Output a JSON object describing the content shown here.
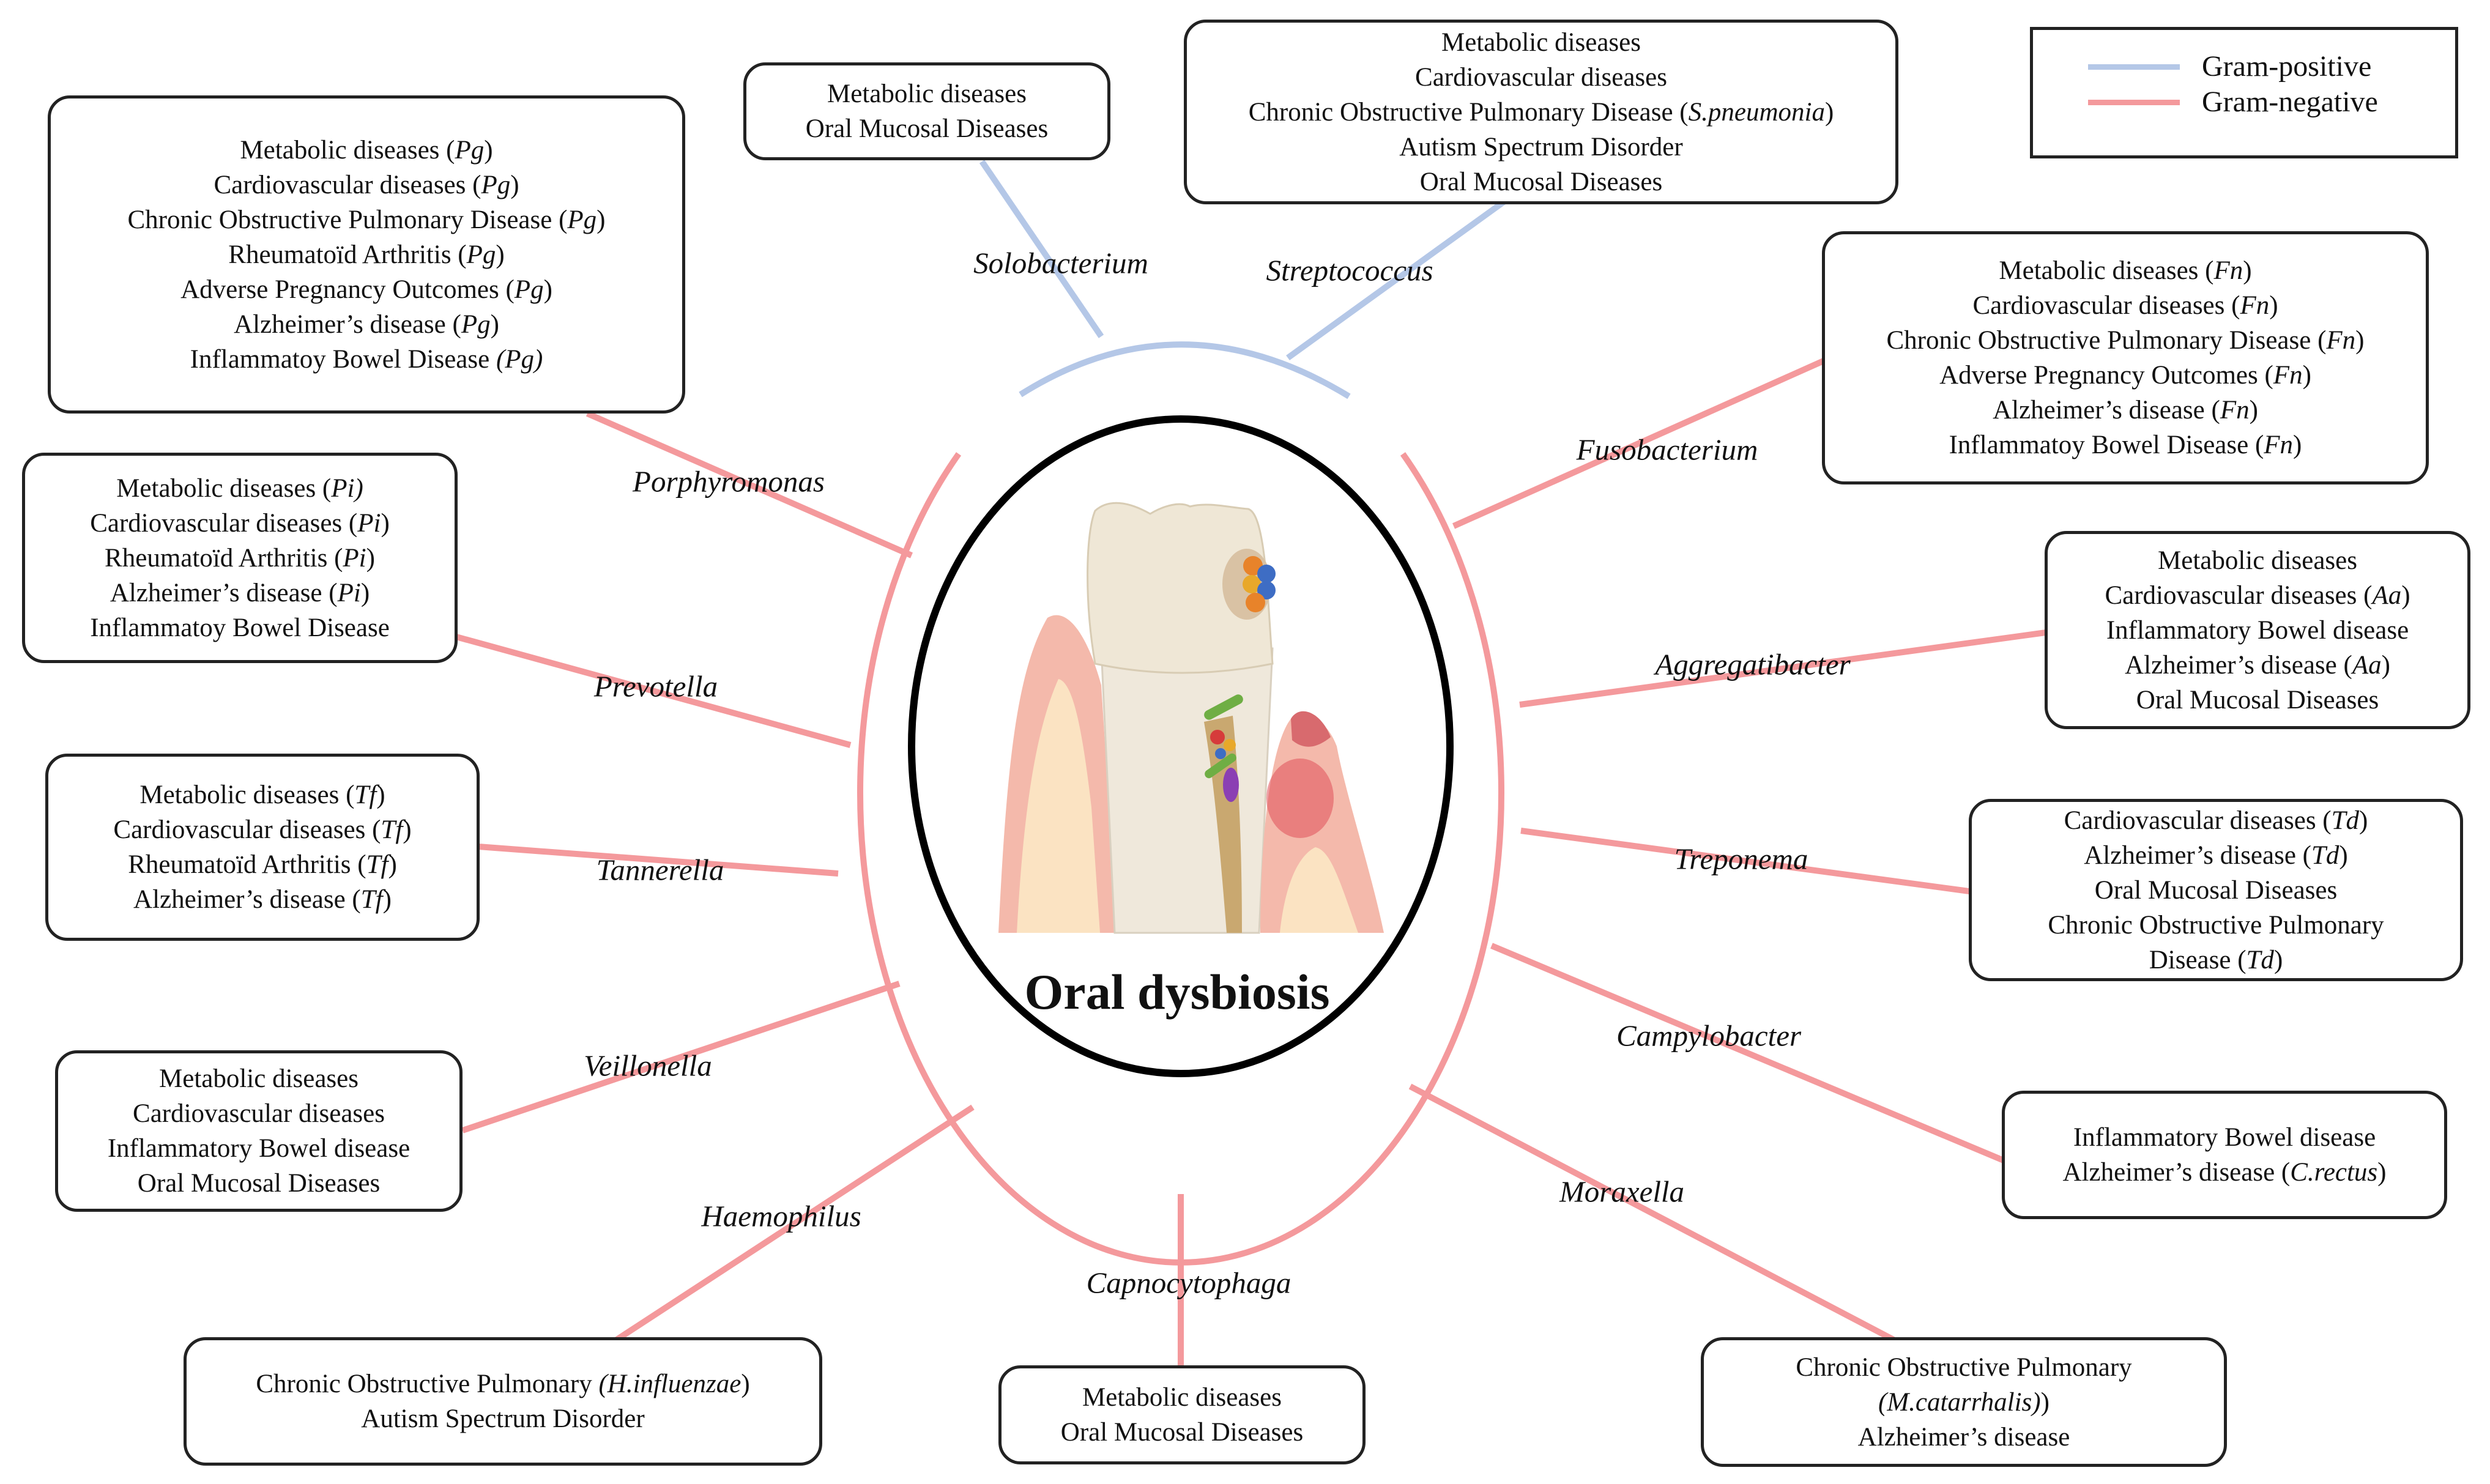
{
  "diagram_title": "Oral dysbiosis",
  "legend": [
    {
      "label": "Gram-positive",
      "color": "#b4c7e7"
    },
    {
      "label": "Gram-negative",
      "color": "#f4999c"
    }
  ],
  "colors": {
    "gram_positive": "#b4c7e7",
    "gram_negative": "#f4999c",
    "border": "#222222"
  },
  "genera": [
    {
      "name": "Solobacterium",
      "gram": "positive"
    },
    {
      "name": "Streptococcus",
      "gram": "positive"
    },
    {
      "name": "Porphyromonas",
      "gram": "negative"
    },
    {
      "name": "Prevotella",
      "gram": "negative"
    },
    {
      "name": "Tannerella",
      "gram": "negative"
    },
    {
      "name": "Veillonella",
      "gram": "negative"
    },
    {
      "name": "Haemophilus",
      "gram": "negative"
    },
    {
      "name": "Capnocytophaga",
      "gram": "negative"
    },
    {
      "name": "Moraxella",
      "gram": "negative"
    },
    {
      "name": "Campylobacter",
      "gram": "negative"
    },
    {
      "name": "Treponema",
      "gram": "negative"
    },
    {
      "name": "Aggregatibacter",
      "gram": "negative"
    },
    {
      "name": "Fusobacterium",
      "gram": "negative"
    }
  ],
  "disease_boxes": [
    {
      "genus": "Solobacterium",
      "lines": [
        [
          {
            "t": "Metabolic diseases"
          }
        ],
        [
          {
            "t": "Oral Mucosal Diseases"
          }
        ]
      ]
    },
    {
      "genus": "Streptococcus",
      "lines": [
        [
          {
            "t": "Metabolic diseases"
          }
        ],
        [
          {
            "t": "Cardiovascular diseases"
          }
        ],
        [
          {
            "t": "Chronic Obstructive Pulmonary Disease ("
          },
          {
            "t": "S.pneumonia",
            "i": true
          },
          {
            "t": ")"
          }
        ],
        [
          {
            "t": "Autism Spectrum Disorder"
          }
        ],
        [
          {
            "t": "Oral Mucosal Diseases"
          }
        ]
      ]
    },
    {
      "genus": "Porphyromonas",
      "lines": [
        [
          {
            "t": "Metabolic diseases ("
          },
          {
            "t": "Pg",
            "i": true
          },
          {
            "t": ")"
          }
        ],
        [
          {
            "t": "Cardiovascular diseases ("
          },
          {
            "t": "Pg",
            "i": true
          },
          {
            "t": ")"
          }
        ],
        [
          {
            "t": "Chronic Obstructive Pulmonary Disease ("
          },
          {
            "t": "Pg",
            "i": true
          },
          {
            "t": ")"
          }
        ],
        [
          {
            "t": "Rheumatoïd Arthritis ("
          },
          {
            "t": "Pg",
            "i": true
          },
          {
            "t": ")"
          }
        ],
        [
          {
            "t": "Adverse Pregnancy Outcomes ("
          },
          {
            "t": "Pg",
            "i": true
          },
          {
            "t": ")"
          }
        ],
        [
          {
            "t": "Alzheimer’s disease ("
          },
          {
            "t": "Pg",
            "i": true
          },
          {
            "t": ")"
          }
        ],
        [
          {
            "t": "Inflammatoy Bowel Disease "
          },
          {
            "t": "(Pg)",
            "i": true
          }
        ]
      ]
    },
    {
      "genus": "Prevotella",
      "lines": [
        [
          {
            "t": "Metabolic diseases ("
          },
          {
            "t": "Pi)",
            "i": true
          }
        ],
        [
          {
            "t": "Cardiovascular diseases ("
          },
          {
            "t": "Pi",
            "i": true
          },
          {
            "t": ")"
          }
        ],
        [
          {
            "t": "Rheumatoïd Arthritis ("
          },
          {
            "t": "Pi",
            "i": true
          },
          {
            "t": ")"
          }
        ],
        [
          {
            "t": "Alzheimer’s disease ("
          },
          {
            "t": "Pi",
            "i": true
          },
          {
            "t": ")"
          }
        ],
        [
          {
            "t": "Inflammatoy Bowel Disease"
          }
        ]
      ]
    },
    {
      "genus": "Tannerella",
      "lines": [
        [
          {
            "t": "Metabolic diseases ("
          },
          {
            "t": "Tf",
            "i": true
          },
          {
            "t": ")"
          }
        ],
        [
          {
            "t": "Cardiovascular diseases ("
          },
          {
            "t": "Tf",
            "i": true
          },
          {
            "t": ")"
          }
        ],
        [
          {
            "t": "Rheumatoïd Arthritis ("
          },
          {
            "t": "Tf",
            "i": true
          },
          {
            "t": ")"
          }
        ],
        [
          {
            "t": "Alzheimer’s disease ("
          },
          {
            "t": "Tf",
            "i": true
          },
          {
            "t": ")"
          }
        ]
      ]
    },
    {
      "genus": "Veillonella",
      "lines": [
        [
          {
            "t": "Metabolic diseases"
          }
        ],
        [
          {
            "t": "Cardiovascular diseases"
          }
        ],
        [
          {
            "t": "Inflammatory Bowel disease"
          }
        ],
        [
          {
            "t": "Oral Mucosal Diseases"
          }
        ]
      ]
    },
    {
      "genus": "Haemophilus",
      "lines": [
        [
          {
            "t": "Chronic Obstructive Pulmonary "
          },
          {
            "t": "(H.influenzae",
            "i": true
          },
          {
            "t": ")"
          }
        ],
        [
          {
            "t": "Autism Spectrum Disorder"
          }
        ]
      ]
    },
    {
      "genus": "Capnocytophaga",
      "lines": [
        [
          {
            "t": "Metabolic diseases"
          }
        ],
        [
          {
            "t": "Oral Mucosal Diseases"
          }
        ]
      ]
    },
    {
      "genus": "Moraxella",
      "lines": [
        [
          {
            "t": "Chronic Obstructive Pulmonary"
          }
        ],
        [
          {
            "t": "(M.catarrhalis)",
            "i": true
          },
          {
            "t": ")"
          }
        ],
        [
          {
            "t": "Alzheimer’s disease"
          }
        ]
      ]
    },
    {
      "genus": "Campylobacter",
      "lines": [
        [
          {
            "t": "Inflammatory Bowel disease"
          }
        ],
        [
          {
            "t": "Alzheimer’s disease ("
          },
          {
            "t": "C.rectus",
            "i": true
          },
          {
            "t": ")"
          }
        ]
      ]
    },
    {
      "genus": "Treponema",
      "lines": [
        [
          {
            "t": "Cardiovascular diseases ("
          },
          {
            "t": "Td",
            "i": true
          },
          {
            "t": ")"
          }
        ],
        [
          {
            "t": "Alzheimer’s disease ("
          },
          {
            "t": "Td",
            "i": true
          },
          {
            "t": ")"
          }
        ],
        [
          {
            "t": "Oral Mucosal Diseases"
          }
        ],
        [
          {
            "t": "Chronic Obstructive Pulmonary"
          }
        ],
        [
          {
            "t": "Disease ("
          },
          {
            "t": "Td",
            "i": true
          },
          {
            "t": ")"
          }
        ]
      ]
    },
    {
      "genus": "Aggregatibacter",
      "lines": [
        [
          {
            "t": "Metabolic diseases"
          }
        ],
        [
          {
            "t": "Cardiovascular diseases ("
          },
          {
            "t": "Aa",
            "i": true
          },
          {
            "t": ")"
          }
        ],
        [
          {
            "t": "Inflammatory Bowel disease"
          }
        ],
        [
          {
            "t": "Alzheimer’s disease ("
          },
          {
            "t": "Aa",
            "i": true
          },
          {
            "t": ")"
          }
        ],
        [
          {
            "t": "Oral Mucosal Diseases"
          }
        ]
      ]
    },
    {
      "genus": "Fusobacterium",
      "lines": [
        [
          {
            "t": "Metabolic diseases ("
          },
          {
            "t": "Fn",
            "i": true
          },
          {
            "t": ")"
          }
        ],
        [
          {
            "t": "Cardiovascular diseases ("
          },
          {
            "t": "Fn",
            "i": true
          },
          {
            "t": ")"
          }
        ],
        [
          {
            "t": "Chronic Obstructive Pulmonary Disease ("
          },
          {
            "t": "Fn",
            "i": true
          },
          {
            "t": ")"
          }
        ],
        [
          {
            "t": "Adverse Pregnancy Outcomes ("
          },
          {
            "t": "Fn",
            "i": true
          },
          {
            "t": ")"
          }
        ],
        [
          {
            "t": "Alzheimer’s disease ("
          },
          {
            "t": "Fn",
            "i": true
          },
          {
            "t": ")"
          }
        ],
        [
          {
            "t": "Inflammatoy Bowel Disease ("
          },
          {
            "t": "Fn",
            "i": true
          },
          {
            "t": ")"
          }
        ]
      ]
    }
  ]
}
